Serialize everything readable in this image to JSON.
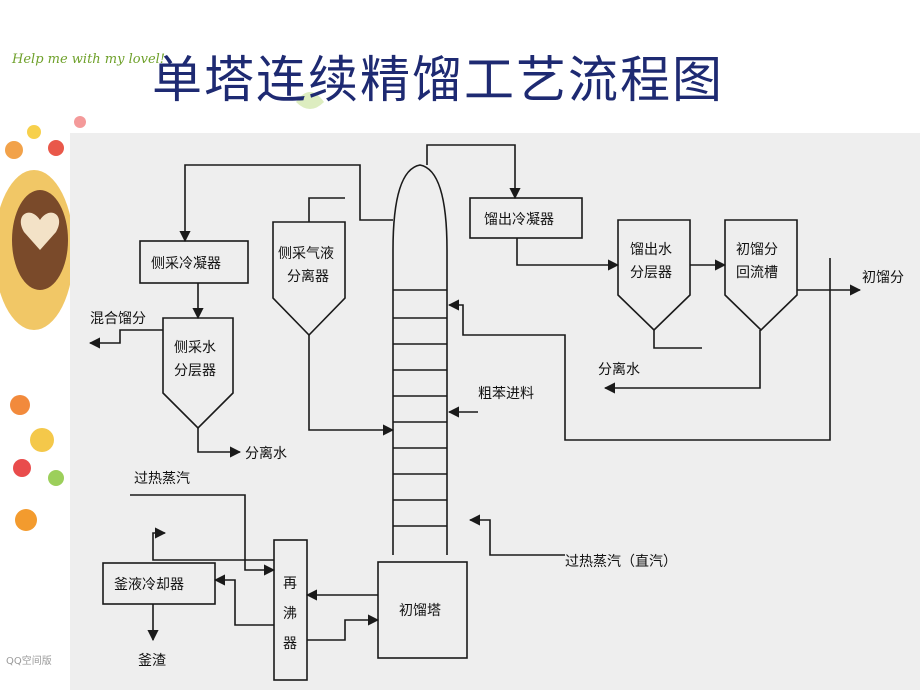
{
  "slide": {
    "title": "单塔连续精馏工艺流程图",
    "slogan": "Help me with my lovel!",
    "watermark": "QQ空间版"
  },
  "diagram": {
    "labels": {
      "side_condenser": "侧采冷凝器",
      "side_gas_liquid_sep": [
        "侧采气液",
        "分离器"
      ],
      "side_water_sep": [
        "侧采水",
        "分层器"
      ],
      "mixed_fraction": "混合馏分",
      "separated_water_left": "分离水",
      "superheated_steam": "过热蒸汽",
      "kettle_cooler": "釜液冷却器",
      "kettle_residue": "釜渣",
      "reboiler": [
        "再",
        "沸",
        "器"
      ],
      "column": "初馏塔",
      "crude_benzene_feed": "粗苯进料",
      "superheated_steam_direct": "过热蒸汽（直汽）",
      "distillate_condenser": "馏出冷凝器",
      "distillate_water_sep": [
        "馏出水",
        "分层器"
      ],
      "first_fraction_tank": [
        "初馏分",
        "回流槽"
      ],
      "first_fraction": "初馏分",
      "separated_water_right": "分离水"
    }
  },
  "colors": {
    "title": "#1e2a72",
    "line": "#1a1a1a",
    "panel": "#eeeeee"
  }
}
